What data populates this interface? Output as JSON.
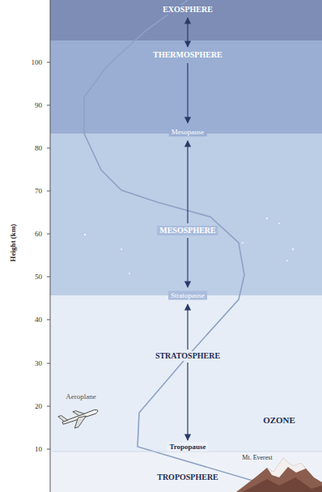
{
  "diagram": {
    "nodes": [
      {
        "text": [
          "EXOSPHERE"
        ]
      },
      {
        "text": [
          "THERMOSPHERE"
        ]
      },
      {
        "text": [
          "MESOSPHERE"
        ]
      },
      {
        "text": [
          "STRATOSPHERE"
        ]
      },
      {
        "text": [
          "TROPOSPHERE"
        ]
      }
    ],
    "labels": [
      "Height (km)",
      "100",
      "90",
      "80",
      "70",
      "60",
      "50",
      "40",
      "30",
      "20",
      "10",
      "Mesopause",
      "Stratopause",
      "Tropopause",
      "Aeroplane",
      "OZONE",
      "Mt. Everest"
    ]
  }
}
